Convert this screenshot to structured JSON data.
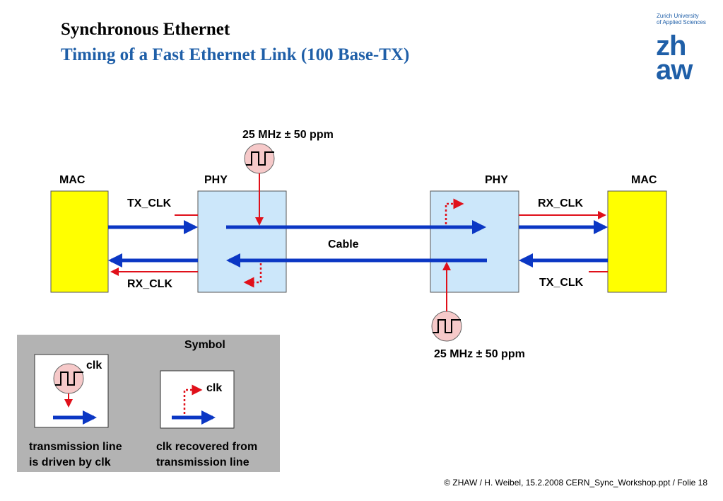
{
  "header": {
    "title": "Synchronous Ethernet",
    "subtitle": "Timing of a Fast Ethernet Link (100 Base-TX)"
  },
  "logo": {
    "line1": "Zurich University",
    "line2": "of Applied Sciences",
    "mark_top": "zh",
    "mark_bottom": "aw"
  },
  "diagram": {
    "left_mac": "MAC",
    "left_phy": "PHY",
    "right_phy": "PHY",
    "right_mac": "MAC",
    "top_osc_freq": "25 MHz ± 50 ppm",
    "bottom_osc_freq": "25 MHz ± 50 ppm",
    "left_tx_clk": "TX_CLK",
    "left_rx_clk": "RX_CLK",
    "right_rx_clk": "RX_CLK",
    "right_tx_clk": "TX_CLK",
    "cable": "Cable"
  },
  "legend": {
    "title": "Symbol",
    "clk_label_1": "clk",
    "clk_label_2": "clk",
    "caption_left_1": "transmission line",
    "caption_left_2": "is driven by clk",
    "caption_right_1": "clk recovered from",
    "caption_right_2": "transmission line"
  },
  "footer": "© ZHAW / H. Weibel, 15.2.2008 CERN_Sync_Workshop.ppt / Folie 18",
  "colors": {
    "blue_arrow": "#0b37c4",
    "red_clock": "#e0101a",
    "mac_fill": "#ffff00",
    "phy_fill": "#cce7fa",
    "osc_fill": "#f6c9c9",
    "legend_bg": "#b3b3b3",
    "title_blue": "#1f5fa8"
  }
}
